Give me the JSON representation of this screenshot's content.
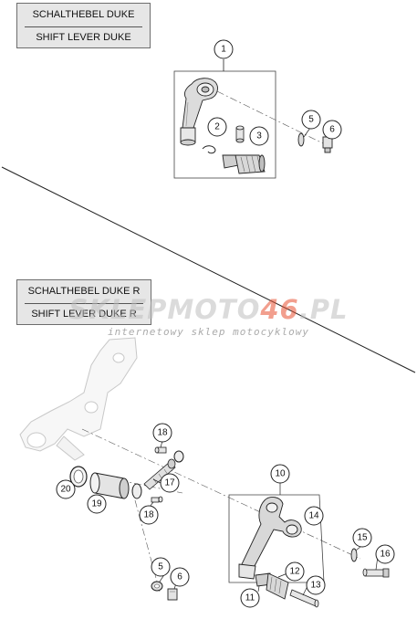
{
  "titles": {
    "top": {
      "de": "SCHALTHEBEL DUKE",
      "en": "SHIFT LEVER DUKE"
    },
    "bottom": {
      "de": "SCHALTHEBEL DUKE R",
      "en": "SHIFT LEVER DUKE R"
    }
  },
  "watermark": {
    "part1": "SKLEPMOTO",
    "part2": "46",
    "part3": ".PL",
    "tagline": "internetowy sklep motocyklowy"
  },
  "callouts": {
    "c1": "1",
    "c2": "2",
    "c3": "3",
    "c5a": "5",
    "c6a": "6",
    "c5b": "5",
    "c6b": "6",
    "c10": "10",
    "c11": "11",
    "c12": "12",
    "c13": "13",
    "c14": "14",
    "c15": "15",
    "c16": "16",
    "c17": "17",
    "c18a": "18",
    "c18b": "18",
    "c19": "19",
    "c20": "20"
  },
  "colors": {
    "line": "#222222",
    "faded": "#c8c8c8",
    "watermark_accent": "#e85032"
  }
}
